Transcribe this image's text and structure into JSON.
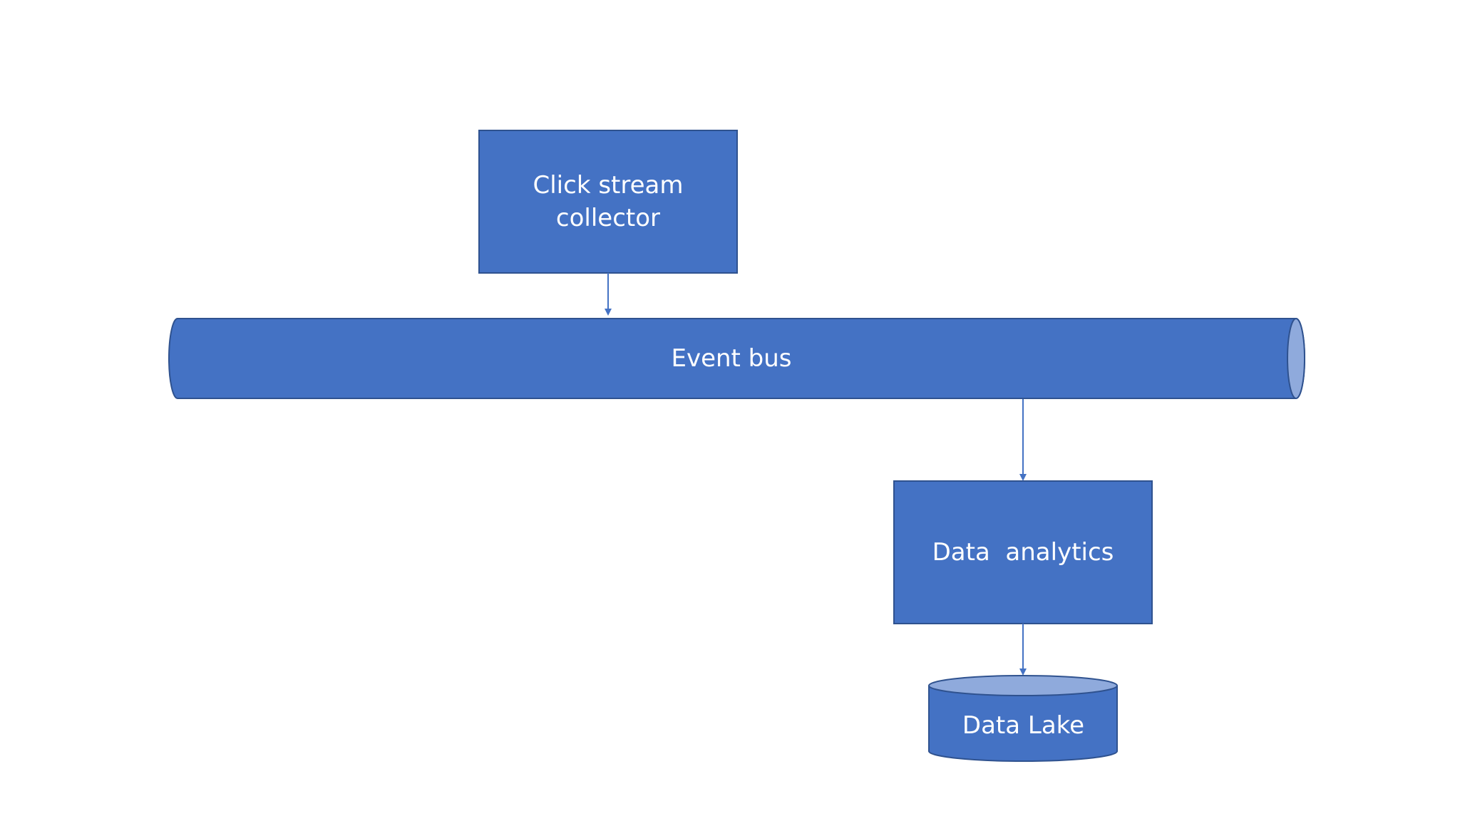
{
  "diagram": {
    "nodes": {
      "collector": {
        "label": "Click stream\ncollector",
        "shape": "rectangle"
      },
      "event_bus": {
        "label": "Event bus",
        "shape": "horizontal-cylinder"
      },
      "analytics": {
        "label": "Data  analytics",
        "shape": "rectangle"
      },
      "data_lake": {
        "label": "Data Lake",
        "shape": "database-cylinder"
      }
    },
    "edges": [
      {
        "from": "collector",
        "to": "event_bus"
      },
      {
        "from": "event_bus",
        "to": "analytics"
      },
      {
        "from": "analytics",
        "to": "data_lake"
      }
    ],
    "colors": {
      "fill": "#4472C4",
      "stroke": "#2F528F",
      "cap": "#8FAADC",
      "text": "#FFFFFF",
      "background": "#FFFFFF"
    }
  }
}
